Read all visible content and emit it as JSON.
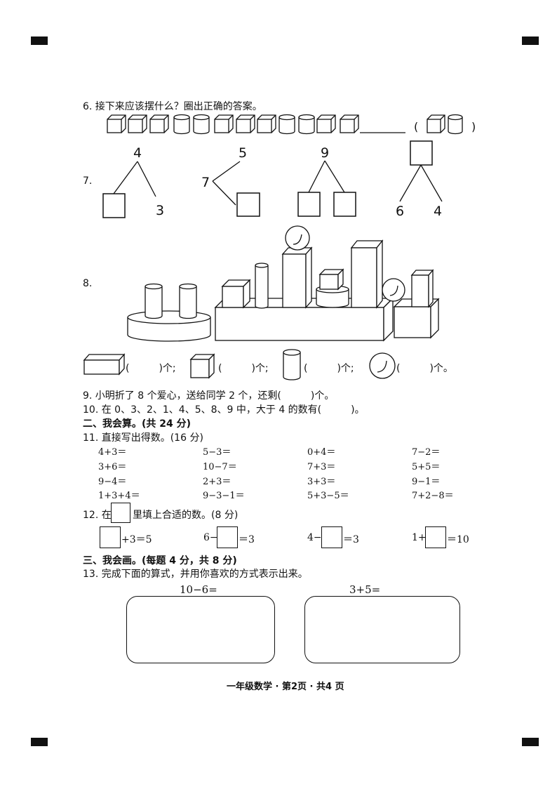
{
  "q6": {
    "text": "6. 接下来应该摆什么？圈出正确的答案。",
    "sequence": [
      "cube",
      "cube",
      "cube",
      "cylinder",
      "cylinder",
      "cube",
      "cube",
      "cube",
      "cylinder",
      "cylinder",
      "cube",
      "cube"
    ],
    "blank": "______",
    "open_paren": "(",
    "close_paren": ")"
  },
  "q7": {
    "label": "7.",
    "diagrams": [
      {
        "top": "4",
        "left": "",
        "right": "3"
      },
      {
        "top": "5",
        "left": "7",
        "right": ""
      },
      {
        "top": "9",
        "left": "",
        "right": ""
      },
      {
        "top": "",
        "left": "6",
        "right": "4"
      }
    ]
  },
  "q8": {
    "label": "8.",
    "counts": [
      {
        "shape": "cuboid",
        "text": "(　　　)个;"
      },
      {
        "shape": "cube",
        "text": "(　　　)个;"
      },
      {
        "shape": "cylinder",
        "text": "(　　　)个;"
      },
      {
        "shape": "sphere",
        "text": "(　　　)个。"
      }
    ]
  },
  "q9": {
    "text": "9. 小明折了 8 个爱心，送给同学 2 个，还剩(　　　)个。"
  },
  "q10": {
    "text": "10. 在 0、3、2、1、4、5、8、9 中，大于 4 的数有(　　　)。"
  },
  "section2": {
    "text": "二、我会算。(共 24 分)"
  },
  "q11": {
    "text": "11. 直接写出得数。(16 分)",
    "rows": [
      [
        "4+3＝",
        "5−3＝",
        "0+4＝",
        "7−2＝"
      ],
      [
        "3+6＝",
        "10−7＝",
        "7+3＝",
        "5+5＝"
      ],
      [
        "9−4＝",
        "2+3＝",
        "3+3＝",
        "9−1＝"
      ],
      [
        "1+3+4＝",
        "9−3−1＝",
        "5+3−5＝",
        "7+2−8＝"
      ]
    ]
  },
  "q12": {
    "text_before": "12. 在",
    "text_after": "里填上合适的数。(8 分)",
    "items": [
      {
        "before": "",
        "after": "+3＝5"
      },
      {
        "before": "6−",
        "after": "＝3"
      },
      {
        "before": "4−",
        "after": "＝3"
      },
      {
        "before": "1+",
        "after": "＝10"
      }
    ]
  },
  "section3": {
    "text": "三、我会画。(每题 4 分，共 8 分)"
  },
  "q13": {
    "text": "13. 完成下面的算式，并用你喜欢的方式表示出来。",
    "equations": [
      "10−6=",
      "3+5="
    ]
  },
  "footer": {
    "text": "一年级数学 · 第2页 · 共4 页"
  }
}
